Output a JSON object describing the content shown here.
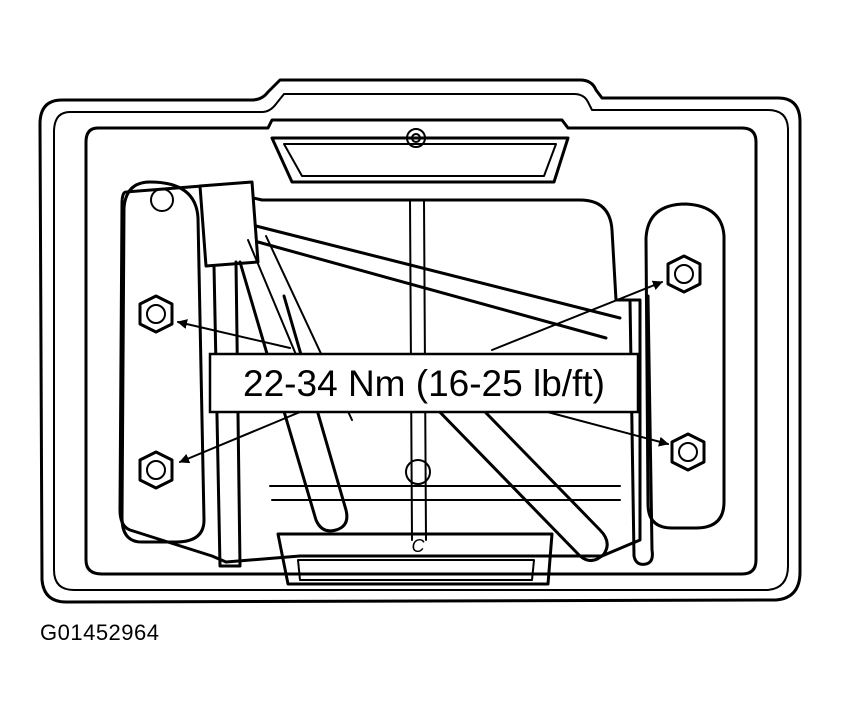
{
  "torque_label": "22-34 Nm (16-25 lb/ft)",
  "part_letter": "C",
  "figure_id": "G01452964",
  "components": {
    "tray": "battery-tray-outline",
    "fasteners": [
      "top-left-nut",
      "bottom-left-nut",
      "top-right-nut",
      "bottom-right-nut"
    ]
  }
}
